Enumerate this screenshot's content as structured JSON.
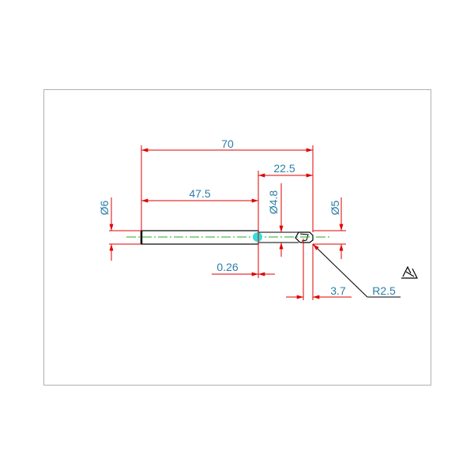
{
  "drawing": {
    "dimensions": {
      "overall_length": "70",
      "tip_length": "22.5",
      "shaft_length": "47.5",
      "shaft_diameter": "Ø6",
      "neck_diameter": "Ø4.8",
      "tip_diameter": "Ø5",
      "gap": "0.26",
      "end_offset": "3.7",
      "radius": "R2.5"
    },
    "colors": {
      "dimension": "#e00000",
      "text": "#2a7fa8",
      "centerline": "#22aa22",
      "frame": "#b0b0b0"
    }
  }
}
